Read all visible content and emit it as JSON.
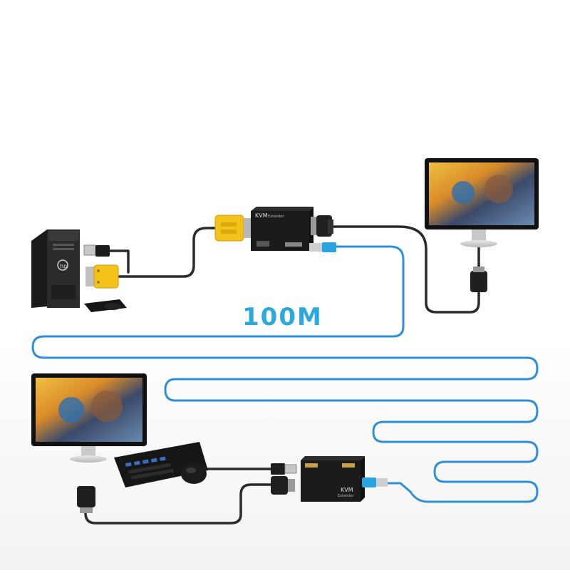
{
  "diagram": {
    "distance_label": "100M",
    "transmitter": {
      "brand": "KVM",
      "subtitle": "Extender"
    },
    "receiver": {
      "brand": "KVM",
      "subtitle": "Extender"
    }
  },
  "colors": {
    "network_cable": "#2e8fd6",
    "network_plug": "#2aa4e0",
    "signal_cable": "#2a2a2a",
    "vga_yellow": "#f5c21a",
    "distance_text": "#2aa9df"
  }
}
